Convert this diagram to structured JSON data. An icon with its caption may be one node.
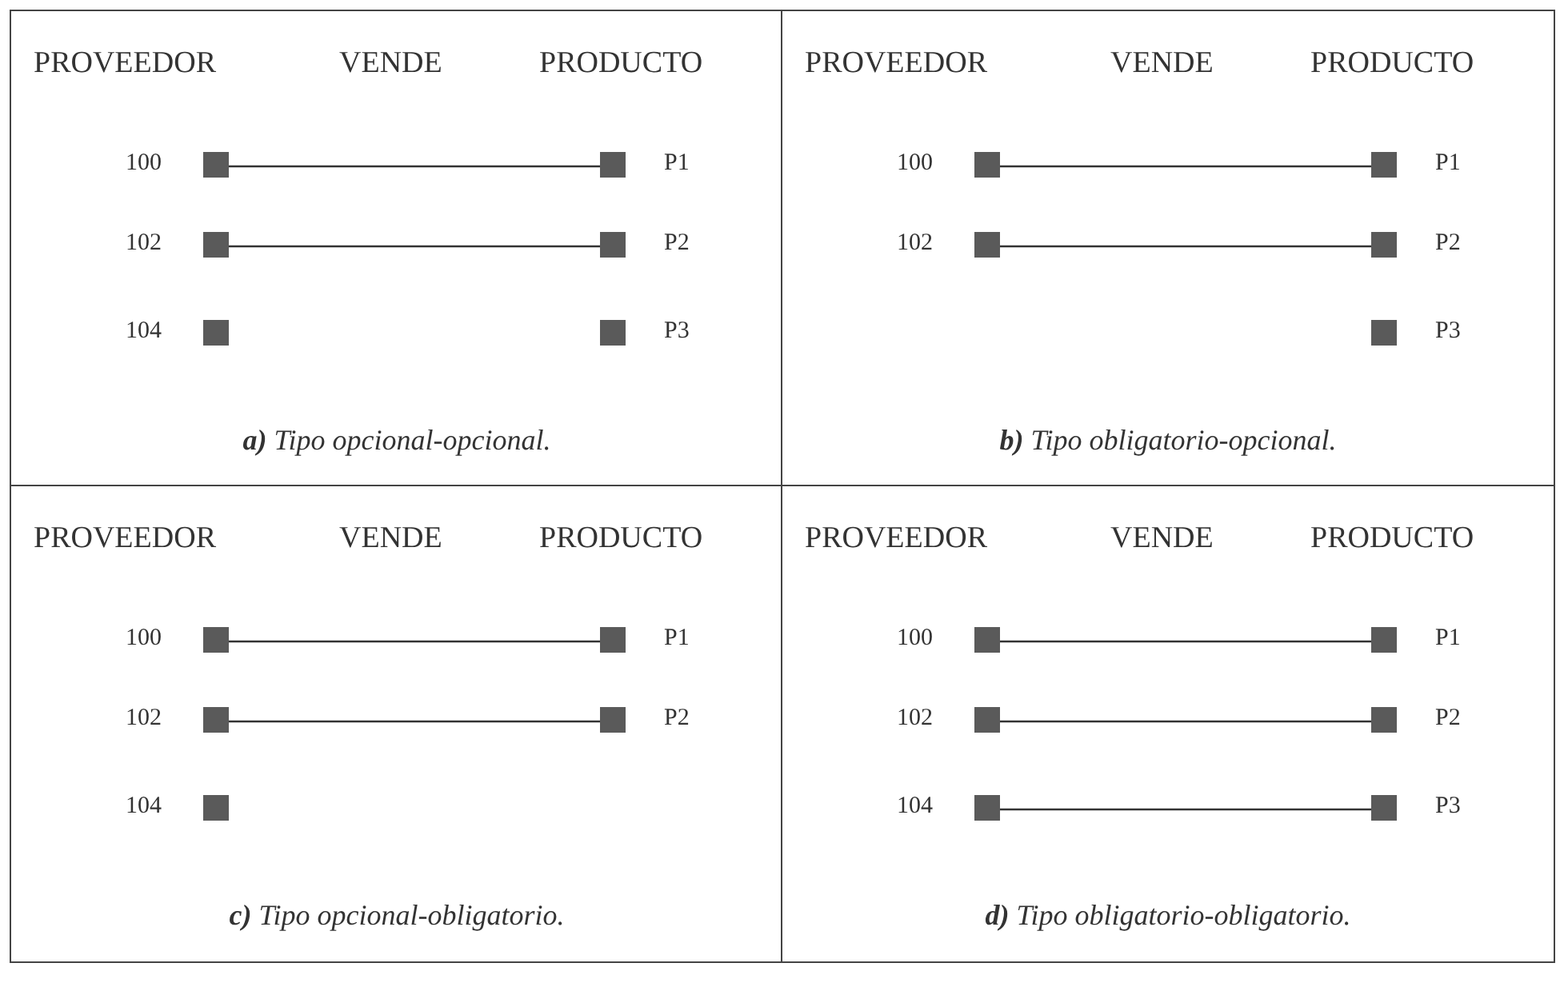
{
  "diagram": {
    "nodes": [
      {
        "text": [
          "PROVEEDOR",
          "VENDE",
          "PRODUCTO",
          "**a)** Tipo opcional-opcional."
        ]
      },
      {
        "text": [],
        "shape": "box",
        "beside": [
          "100"
        ],
        "in": 0
      },
      {
        "text": [],
        "shape": "box",
        "beside": [
          "102"
        ],
        "in": 0
      },
      {
        "text": [],
        "shape": "box",
        "beside": [
          "104"
        ],
        "in": 0
      },
      {
        "text": [],
        "shape": "box",
        "beside": [
          "P1"
        ],
        "in": 0
      },
      {
        "text": [],
        "shape": "box",
        "beside": [
          "P2"
        ],
        "in": 0
      },
      {
        "text": [],
        "shape": "box",
        "beside": [
          "P3"
        ],
        "in": 0
      },
      {
        "text": [
          "PROVEEDOR",
          "VENDE",
          "PRODUCTO",
          "**b)** Tipo obligatorio-opcional."
        ]
      },
      {
        "text": [],
        "shape": "box",
        "beside": [
          "100"
        ],
        "in": 7
      },
      {
        "text": [],
        "shape": "box",
        "beside": [
          "102"
        ],
        "in": 7
      },
      {
        "text": [],
        "shape": "box",
        "beside": [
          "P1"
        ],
        "in": 7
      },
      {
        "text": [],
        "shape": "box",
        "beside": [
          "P2"
        ],
        "in": 7
      },
      {
        "text": [],
        "shape": "box",
        "beside": [
          "P3"
        ],
        "in": 7
      },
      {
        "text": [
          "PROVEEDOR",
          "VENDE",
          "PRODUCTO",
          "**c)** Tipo opcional-obligatorio."
        ]
      },
      {
        "text": [],
        "shape": "box",
        "beside": [
          "100"
        ],
        "in": 13
      },
      {
        "text": [],
        "shape": "box",
        "beside": [
          "102"
        ],
        "in": 13
      },
      {
        "text": [],
        "shape": "box",
        "beside": [
          "104"
        ],
        "in": 13
      },
      {
        "text": [],
        "shape": "box",
        "beside": [
          "P1"
        ],
        "in": 13
      },
      {
        "text": [],
        "shape": "box",
        "beside": [
          "P2"
        ],
        "in": 13
      },
      {
        "text": [
          "PROVEEDOR",
          "VENDE",
          "PRODUCTO",
          "**d)** Tipo obligatorio-obligatorio."
        ]
      },
      {
        "text": [],
        "shape": "box",
        "beside": [
          "100"
        ],
        "in": 19
      },
      {
        "text": [],
        "shape": "box",
        "beside": [
          "102"
        ],
        "in": 19
      },
      {
        "text": [],
        "shape": "box",
        "beside": [
          "104"
        ],
        "in": 19
      },
      {
        "text": [],
        "shape": "box",
        "beside": [
          "P1"
        ],
        "in": 19
      },
      {
        "text": [],
        "shape": "box",
        "beside": [
          "P2"
        ],
        "in": 19
      },
      {
        "text": [],
        "shape": "box",
        "beside": [
          "P3"
        ],
        "in": 19
      }
    ],
    "edges": [
      {
        "from": 1,
        "to": 4,
        "arrow": "none"
      },
      {
        "from": 2,
        "to": 5,
        "arrow": "none"
      },
      {
        "from": 8,
        "to": 10,
        "arrow": "none"
      },
      {
        "from": 9,
        "to": 11,
        "arrow": "none"
      },
      {
        "from": 14,
        "to": 17,
        "arrow": "none"
      },
      {
        "from": 15,
        "to": 18,
        "arrow": "none"
      },
      {
        "from": 20,
        "to": 23,
        "arrow": "none"
      },
      {
        "from": 21,
        "to": 24,
        "arrow": "none"
      },
      {
        "from": 22,
        "to": 25,
        "arrow": "none"
      }
    ]
  }
}
